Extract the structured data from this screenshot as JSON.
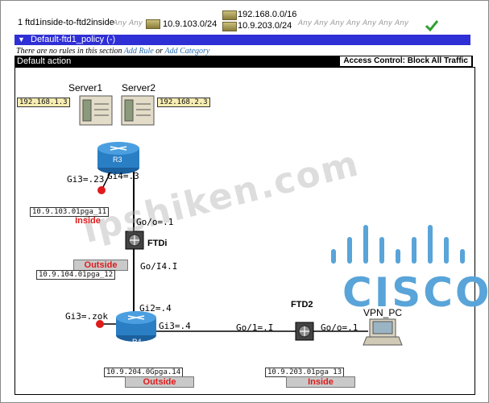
{
  "rule": {
    "name": "1 ftd1inside-to-ftd2inside",
    "any": "Any",
    "source_network": "10.9.103.0/24",
    "dest_networks": [
      "192.168.0.0/16",
      "10.9.203.0/24"
    ]
  },
  "policy": {
    "title": "Default-ftd1_policy (-)"
  },
  "no_rules": {
    "prefix": "There are no rules in this section",
    "add_rule": "Add Rule",
    "or": "or",
    "add_category": "Add Category"
  },
  "default_action": {
    "label": "Default action",
    "value": "Access Control: Block All Traffic"
  },
  "topology": {
    "server1": {
      "name": "Server1",
      "ip": "192.168.1.3"
    },
    "server2": {
      "name": "Server2",
      "ip": "192.168.2.3"
    },
    "r3": {
      "name": "R3",
      "gi3": "Gi3=.23",
      "gi4": "Gi4=.3"
    },
    "ftd1": {
      "name": "FTDi",
      "go0": "Go/o=.1",
      "go1": "Go/I4.I",
      "inside_net": "10.9.103.01pga_11",
      "inside_zone": "Inside",
      "outside_zone": "Outside",
      "outside_net": "10.9.104.01pga_12"
    },
    "r4": {
      "name": "R4",
      "gi3_left": "Gi3=.zok",
      "gi2": "Gi2=.4",
      "gi3": "Gi3=.4",
      "net": "10.9.204.0Gpga.14",
      "zone": "Outside"
    },
    "ftd2": {
      "name": "FTD2",
      "go1": "Go/1=.I",
      "go0": "Go/o=.1",
      "net": "10.9.203.01pga 13",
      "zone": "Inside"
    },
    "vpn_pc": {
      "name": "VPN_PC"
    }
  },
  "watermark": "ipshiken.com",
  "brand": "CISCO",
  "colors": {
    "policy_bar": "#2f2fd6",
    "zone_text": "#e01b1b",
    "cisco_blue": "#59a4d8",
    "router_blue": "#2a7fc4"
  }
}
